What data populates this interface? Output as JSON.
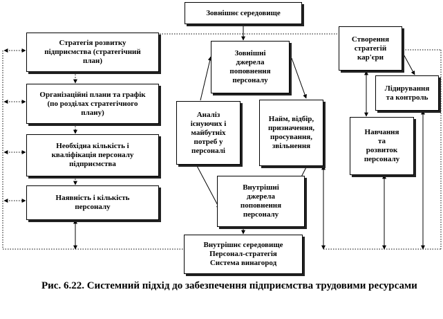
{
  "boxes": {
    "external_env": "Зовнішнє середовище",
    "strategy": "Стратегія розвитку\nпідприємства (стратегічний\nплан)",
    "plans": "Організаційні плани та графік\n(по розділах стратегічного\nплану)",
    "required": "Необхідна кількість і\nкваліфікація персоналу\nпідприємства",
    "available": "Наявність і кількість\nперсоналу",
    "external_sources": "Зовнішні\nджерела\nпоповнення\nперсоналу",
    "analysis": "Аналіз\nіснуючих і\nмайбутніх\nпотреб у\nперсоналі",
    "hiring": "Найм, відбір,\nпризначення,\nпросування,\nзвільнення",
    "internal_sources": "Внутрішні\nджерела\nпоповнення\nперсоналу",
    "career": "Створення\nстратегій\nкар'єри",
    "leadership": "Лідирування\nта контроль",
    "training": "Навчання\nта\nрозвиток\nперсоналу",
    "internal_env": "Внутрішнє середовище\nПерсонал-стратегія\nСистема винагород"
  },
  "caption": "Рис. 6.22. Системний підхід до забезпечення підприємства трудовими ресурсами"
}
